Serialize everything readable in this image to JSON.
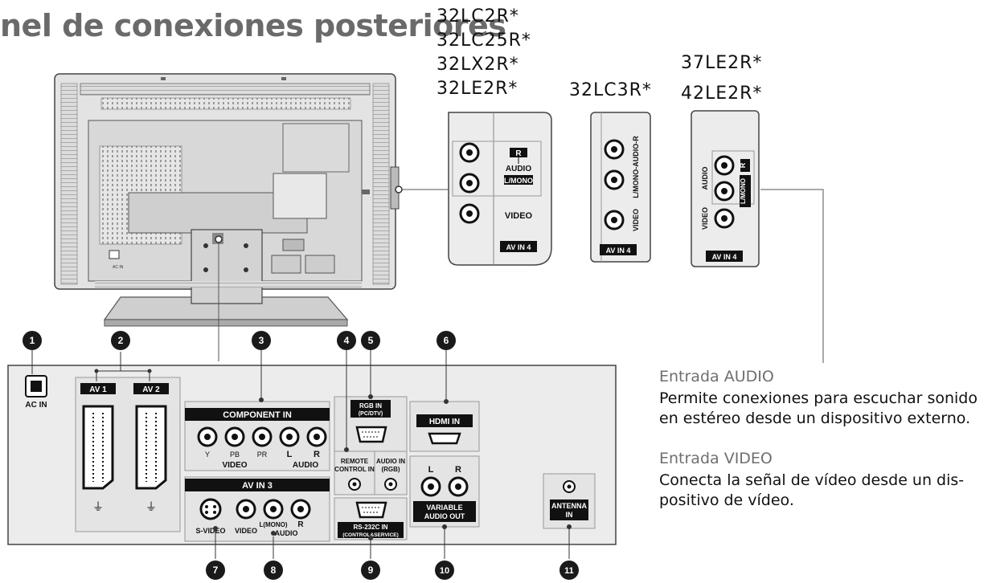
{
  "title": "nel de conexiones posteriores",
  "models": {
    "group1": [
      "32LC2R*",
      "32LC25R*",
      "32LX2R*",
      "32LE2R*"
    ],
    "group2": "32LC3R*",
    "group3": [
      "37LE2R*",
      "42LE2R*"
    ]
  },
  "side_panels": {
    "r": "R",
    "audio": "AUDIO",
    "lmono": "L/MONO",
    "video": "VIDEO",
    "avin4": "AV IN 4",
    "audio_vertical": "L/MONO-AUDIO-R",
    "audio_bracket": "AUDIO"
  },
  "panel": {
    "ac_in": "AC IN",
    "av1": "AV 1",
    "av2": "AV 2",
    "component_in": "COMPONENT IN",
    "y": "Y",
    "pb": "PB",
    "pr": "PR",
    "video": "VIDEO",
    "l": "L",
    "r": "R",
    "audio": "AUDIO",
    "remote": "REMOTE",
    "control_in": "CONTROL IN",
    "rgb_in": "RGB IN",
    "pc_dtv": "(PC/DTV)",
    "audio_in": "AUDIO IN",
    "rgb": "(RGB)",
    "hdmi_in": "HDMI IN",
    "av_in3": "AV IN 3",
    "s_video": "S-VIDEO",
    "l_mono": "L(MONO)",
    "rs232": "RS-232C IN",
    "control_service": "(CONTROL&SERVICE)",
    "variable": "VARIABLE",
    "audio_out": "AUDIO OUT",
    "antenna": "ANTENNA",
    "in": "IN",
    "tv_ac_in": "AC IN"
  },
  "callouts": [
    "1",
    "2",
    "3",
    "4",
    "5",
    "6",
    "7",
    "8",
    "9",
    "10",
    "11"
  ],
  "descriptions": [
    {
      "heading": "Entrada AUDIO",
      "lines": [
        "Permite conexiones para escuchar sonido",
        "en estéreo desde un dispositivo externo."
      ]
    },
    {
      "heading": "Entrada VIDEO",
      "lines": [
        "Conecta la señal de vídeo desde un dis-",
        "positivo de vídeo."
      ]
    }
  ]
}
